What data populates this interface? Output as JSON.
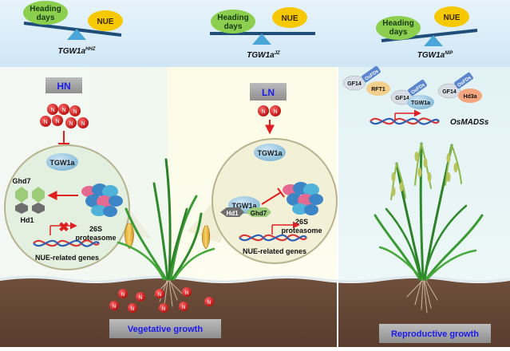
{
  "top_panels": [
    {
      "left_label": [
        "Heading",
        "days"
      ],
      "right_label": "NUE",
      "variety": "TGW1a",
      "variety_sup": "HHZ"
    },
    {
      "left_label": [
        "Heading",
        "days"
      ],
      "right_label": "NUE",
      "variety": "TGW1a",
      "variety_sup": "JZ"
    },
    {
      "left_label": [
        "Heading",
        "days"
      ],
      "right_label": "NUE",
      "variety": "TGW1a",
      "variety_sup": "NIP"
    }
  ],
  "hn_panel": {
    "condition": "HN",
    "nitrogen_symbol": "N",
    "tgw1a": "TGW1a",
    "ghd7": "Ghd7",
    "hd1": "Hd1",
    "proteasome": [
      "26S",
      "proteasome"
    ],
    "genes": "NUE-related genes"
  },
  "ln_panel": {
    "condition": "LN",
    "nitrogen_symbol": "N",
    "tgw1a_free": "TGW1a",
    "tgw1a_bound": "TGW1a",
    "hd1": "Hd1",
    "ghd7": "Ghd7",
    "proteasome": [
      "26S",
      "proteasome"
    ],
    "genes": "NUE-related genes"
  },
  "right_panel": {
    "gf14_labels": [
      "GF14",
      "GF14",
      "GF14"
    ],
    "osfd_labels": [
      "OsFDs",
      "OsFDs",
      "OsFDs"
    ],
    "rft1": "RFT1",
    "tgw1a": "TGW1a",
    "hd3a": "Hd3a",
    "genes": "OsMADSs"
  },
  "soil_nitrogen_symbol": "N",
  "bottom_labels": {
    "vegetative": "Vegetative growth",
    "reproductive": "Reproductive growth"
  },
  "colors": {
    "nitrogen": "#d81e1e",
    "inhibit_arrow": "#e02020",
    "soil": "#6b4a3a",
    "label_blue": "#1a1aee",
    "nue_circle": "#f6c800",
    "fulcrum": "#4aa6d6"
  }
}
